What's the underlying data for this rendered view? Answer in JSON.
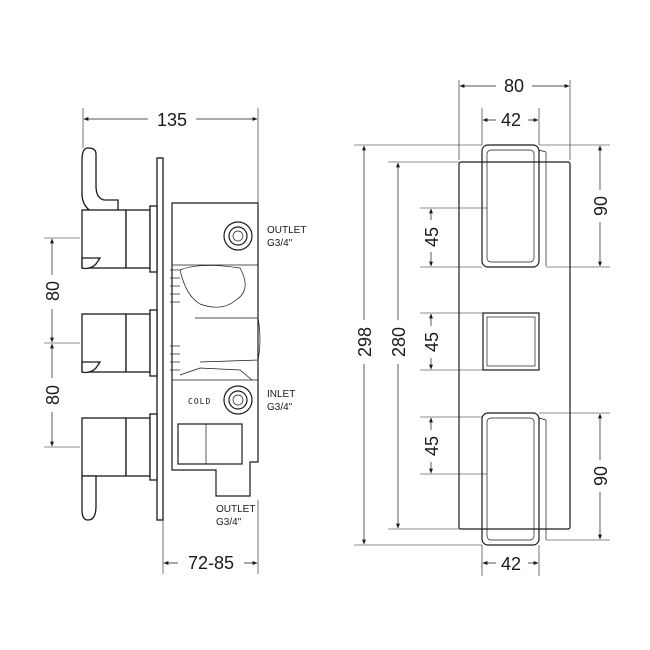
{
  "side_view": {
    "overall_width": "135",
    "spacing_upper": "80",
    "spacing_lower": "80",
    "depth": "72-85",
    "outlet_top": {
      "label": "OUTLET",
      "size": "G3/4\""
    },
    "inlet": {
      "label": "INLET",
      "size": "G3/4\""
    },
    "outlet_bottom": {
      "label": "OUTLET",
      "size": "G3/4\""
    },
    "body_marking": "COLD"
  },
  "front_view": {
    "plate_width": "80",
    "lever_width_top": "42",
    "lever_width_bottom": "42",
    "total_height": "298",
    "plate_height": "280",
    "top_handle_height": "90",
    "bottom_handle_height": "90",
    "top_handle_center": "45",
    "middle_knob_size": "45",
    "bottom_handle_center": "45"
  }
}
